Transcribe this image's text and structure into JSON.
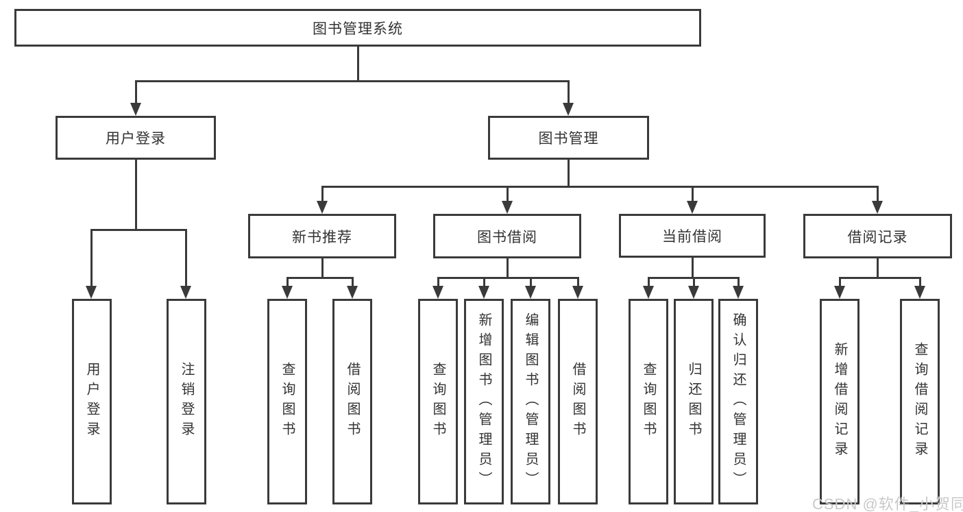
{
  "diagram": {
    "root": {
      "label": "图书管理系统"
    },
    "level2": [
      {
        "id": "user-login",
        "label": "用户登录"
      },
      {
        "id": "book-mgmt",
        "label": "图书管理"
      }
    ],
    "level3": [
      {
        "id": "new-book",
        "label": "新书推荐"
      },
      {
        "id": "book-borrow",
        "label": "图书借阅"
      },
      {
        "id": "current-borrow",
        "label": "当前借阅"
      },
      {
        "id": "borrow-record",
        "label": "借阅记录"
      }
    ],
    "leaves": {
      "user_login": [
        "用户登录",
        "注销登录"
      ],
      "new_book": [
        "查询图书",
        "借阅图书"
      ],
      "book_borrow": [
        "查询图书",
        "新增图书（管理员）",
        "编辑图书（管理员）",
        "借阅图书"
      ],
      "current_borrow": [
        "查询图书",
        "归还图书",
        "确认归还（管理员）"
      ],
      "borrow_record": [
        "新增借阅记录",
        "查询借阅记录"
      ]
    }
  },
  "watermark": {
    "text": "CSDN @软件_小贺同学"
  },
  "colors": {
    "line": "#3a3a3a",
    "text": "#333333",
    "watermark": "#c9c9c9",
    "background": "#ffffff"
  }
}
